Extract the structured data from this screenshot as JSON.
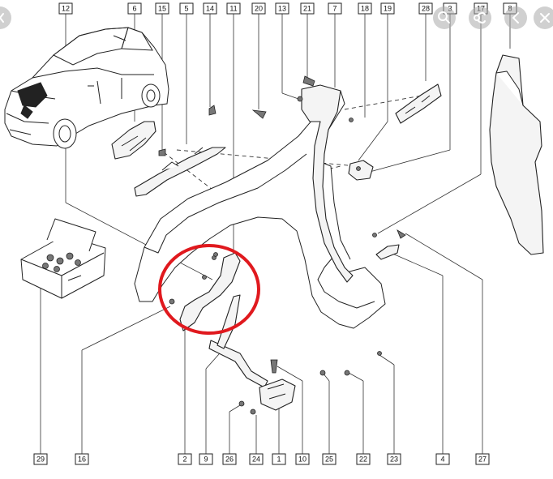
{
  "callouts": {
    "12": "12",
    "6": "6",
    "15": "15",
    "5": "5",
    "14": "14",
    "11": "11",
    "20": "20",
    "13": "13",
    "21": "21",
    "7": "7",
    "18": "18",
    "19": "19",
    "28": "28",
    "3": "3",
    "17": "17",
    "8": "8",
    "29": "29",
    "16": "16",
    "2": "2",
    "9": "9",
    "26": "26",
    "24": "24",
    "1": "1",
    "10": "10",
    "25": "25",
    "22": "22",
    "23": "23",
    "4": "4",
    "27": "27"
  },
  "highlight": {
    "color": "#e0191e"
  },
  "viewer_controls": {
    "icons": [
      "left-edge-chevron-icon",
      "search-icon",
      "share-icon",
      "chevron-left-icon",
      "close-icon"
    ]
  }
}
